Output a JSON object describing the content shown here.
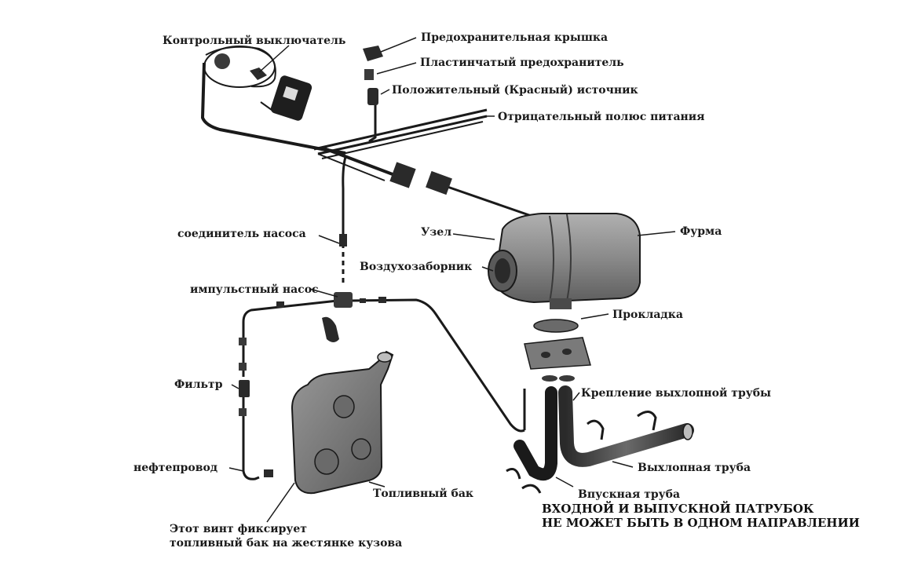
{
  "labels": {
    "control_switch": "Контрольный выключатель",
    "safety_cap": "Предохранительная крышка",
    "blade_fuse": "Пластинчатый предохранитель",
    "positive_source": "Положительный (Красный) источник",
    "negative_pole": "Отрицательный полюс питания",
    "pump_connector": "соединитель насоса",
    "unit": "Узел",
    "tuyere": "Фурма",
    "air_intake": "Воздухозаборник",
    "pulse_pump": "импульстный насос",
    "gasket": "Прокладка",
    "filter": "Фильтр",
    "exhaust_clamp": "Крепление выхлопной трубы",
    "fuel_line": "нефтепровод",
    "exhaust_pipe": "Выхлопная труба",
    "fuel_tank": "Топливный бак",
    "intake_pipe": "Впускная труба",
    "screw_line1": "Этот винт фиксирует",
    "screw_line2": "топливный бак на жестянке кузова"
  },
  "warning": {
    "line1": "ВХОДНОЙ И ВЫПУСКНОЙ ПАТРУБОК",
    "line2": "НЕ МОЖЕТ БЫТЬ В ОДНОМ НАПРАВЛЕНИИ"
  },
  "colors": {
    "ink": "#1a1a1a",
    "body_fill": "#8a8a8a",
    "body_dark": "#5a5a5a",
    "tank_fill": "#7d7d7d"
  }
}
